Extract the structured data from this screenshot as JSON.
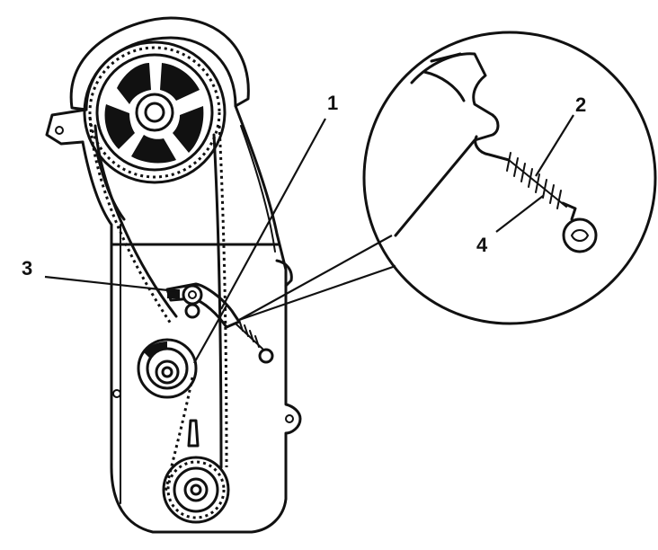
{
  "callouts": [
    {
      "id": "1",
      "text": "1"
    },
    {
      "id": "2",
      "text": "2"
    },
    {
      "id": "3",
      "text": "3"
    },
    {
      "id": "4",
      "text": "4"
    }
  ]
}
